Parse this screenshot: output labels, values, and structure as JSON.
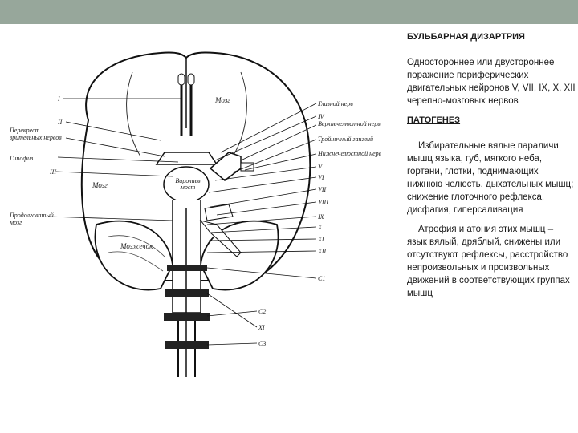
{
  "slide": {
    "title": "БУЛЬБАРНАЯ ДИЗАРТРИЯ",
    "intro": "Одностороннее или двустороннее поражение периферических двигательных нейронов V, VII, IX, X, XII черепно-мозговых нервов",
    "section_heading": "ПАТОГЕНЕЗ",
    "paragraph1": "Избирательные вялые параличи мышц языка, губ, мягкого неба, гортани, глотки, поднимающих нижнюю челюсть, дыхательных мышц; снижение глоточного рефлекса, дисфагия, гиперсаливация",
    "paragraph2": "Атрофия и атония этих мышц – язык вялый, дряблый, снижены или отсутствуют рефлексы, расстройство непроизвольных и произвольных движений в соответствующих группах мышц"
  },
  "figure": {
    "left_labels": {
      "nerve_I": "I",
      "nerve_II": "II",
      "chiasm": "Перекрест зрительных нервов",
      "hypophysis": "Гипофиз",
      "nerve_III": "III",
      "medulla": "Продолговатый мозг"
    },
    "regions": {
      "brain_top": "Мозг",
      "brain_left": "Мозг",
      "pons": "Варолиев мост",
      "cerebellum": "Мозжечок"
    },
    "right_labels": {
      "ophthalmic": "Глазной нерв",
      "nerve_IV": "IV",
      "maxillary": "Верхнечелюстной нерв",
      "trigeminal_ganglion": "Тройничный ганглий",
      "mandibular": "Нижнечелюстной нерв",
      "nerve_V": "V",
      "nerve_VI": "VI",
      "nerve_VII": "VII",
      "nerve_VIII": "VIII",
      "nerve_IX": "IX",
      "nerve_X": "X",
      "nerve_XI": "XI",
      "nerve_XII": "XII",
      "C1": "C1",
      "C2": "C2",
      "XI_lower": "XI",
      "C3": "C3"
    }
  }
}
